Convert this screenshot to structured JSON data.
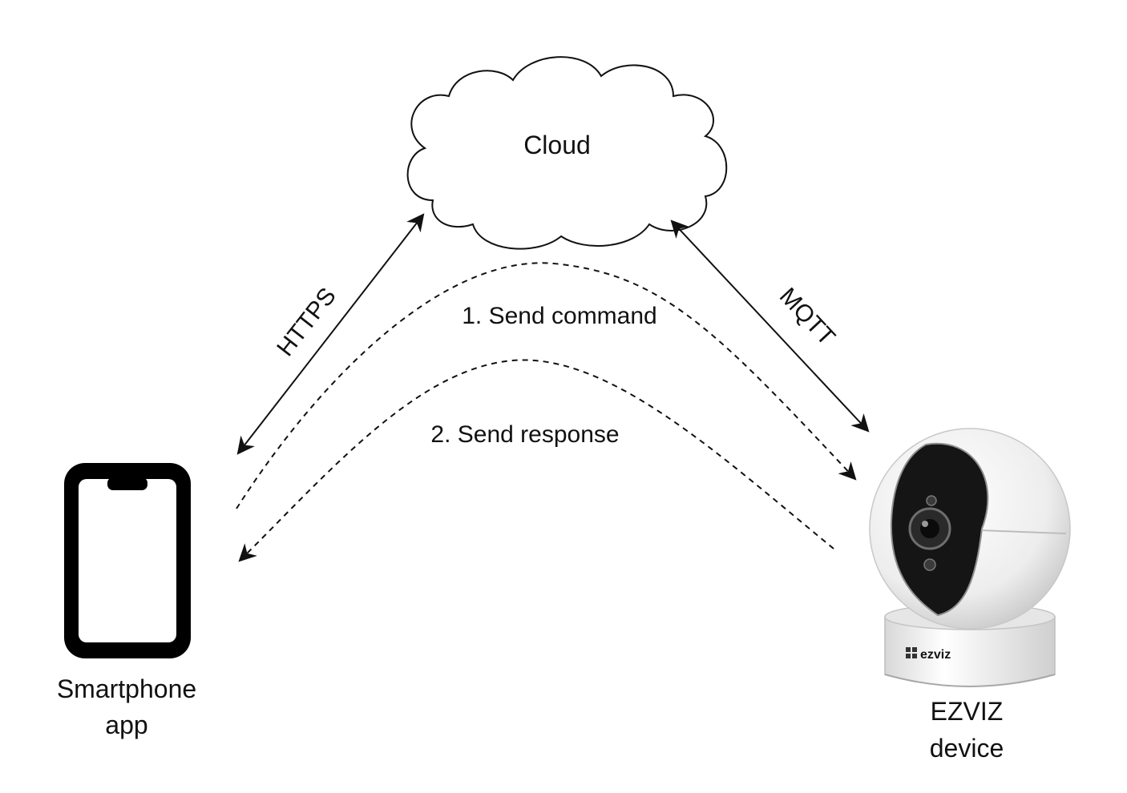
{
  "nodes": {
    "cloud": {
      "label": "Cloud"
    },
    "smartphone": {
      "label_line1": "Smartphone",
      "label_line2": "app"
    },
    "device": {
      "label_line1": "EZVIZ",
      "label_line2": "device",
      "brand_text": "ezviz"
    }
  },
  "edges": {
    "https": {
      "label": "HTTPS"
    },
    "mqtt": {
      "label": "MQTT"
    },
    "command": {
      "label": "1. Send command"
    },
    "response": {
      "label": "2. Send response"
    }
  },
  "colors": {
    "stroke": "#111111",
    "camera_shell": "#f2f2f2",
    "camera_lens": "#1a1a1a"
  }
}
